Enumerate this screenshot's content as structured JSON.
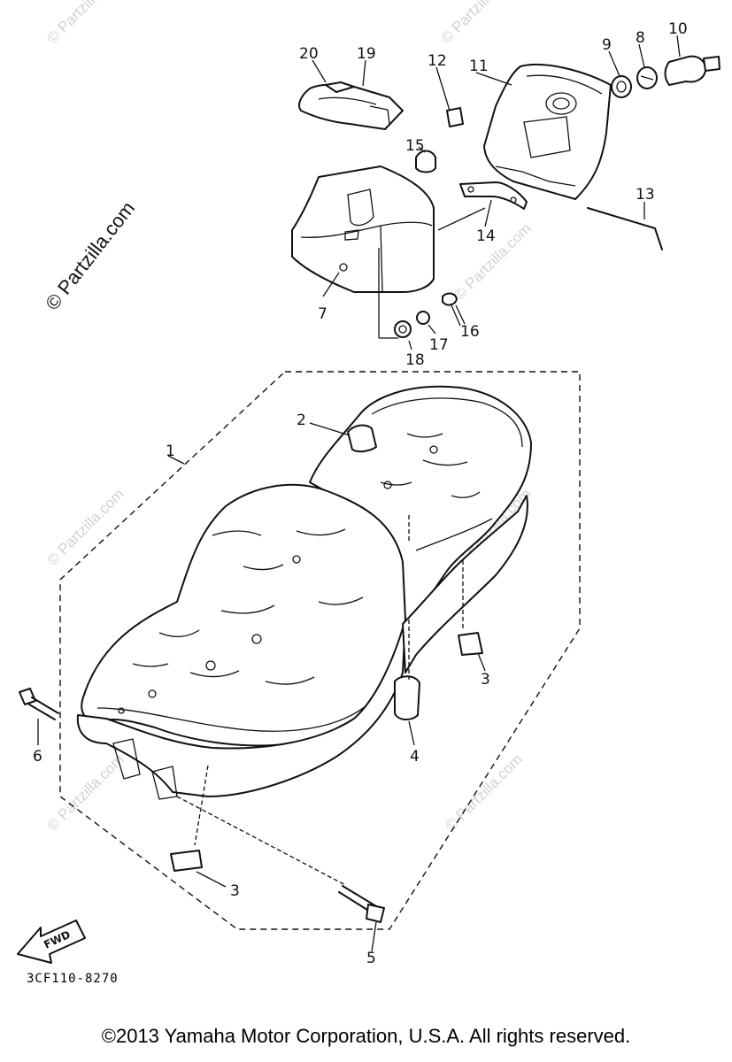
{
  "watermark_text": "© Partzilla.com",
  "side_watermark_text": "© Partzilla.com",
  "callouts": [
    "1",
    "2",
    "3",
    "3",
    "4",
    "5",
    "6",
    "7",
    "8",
    "9",
    "10",
    "11",
    "12",
    "13",
    "14",
    "15",
    "16",
    "17",
    "18",
    "19",
    "20"
  ],
  "fwd_label": "FWD",
  "catalog_code": "3CF110-8270",
  "copyright": "©2013 Yamaha Motor Corporation, U.S.A. All rights reserved."
}
